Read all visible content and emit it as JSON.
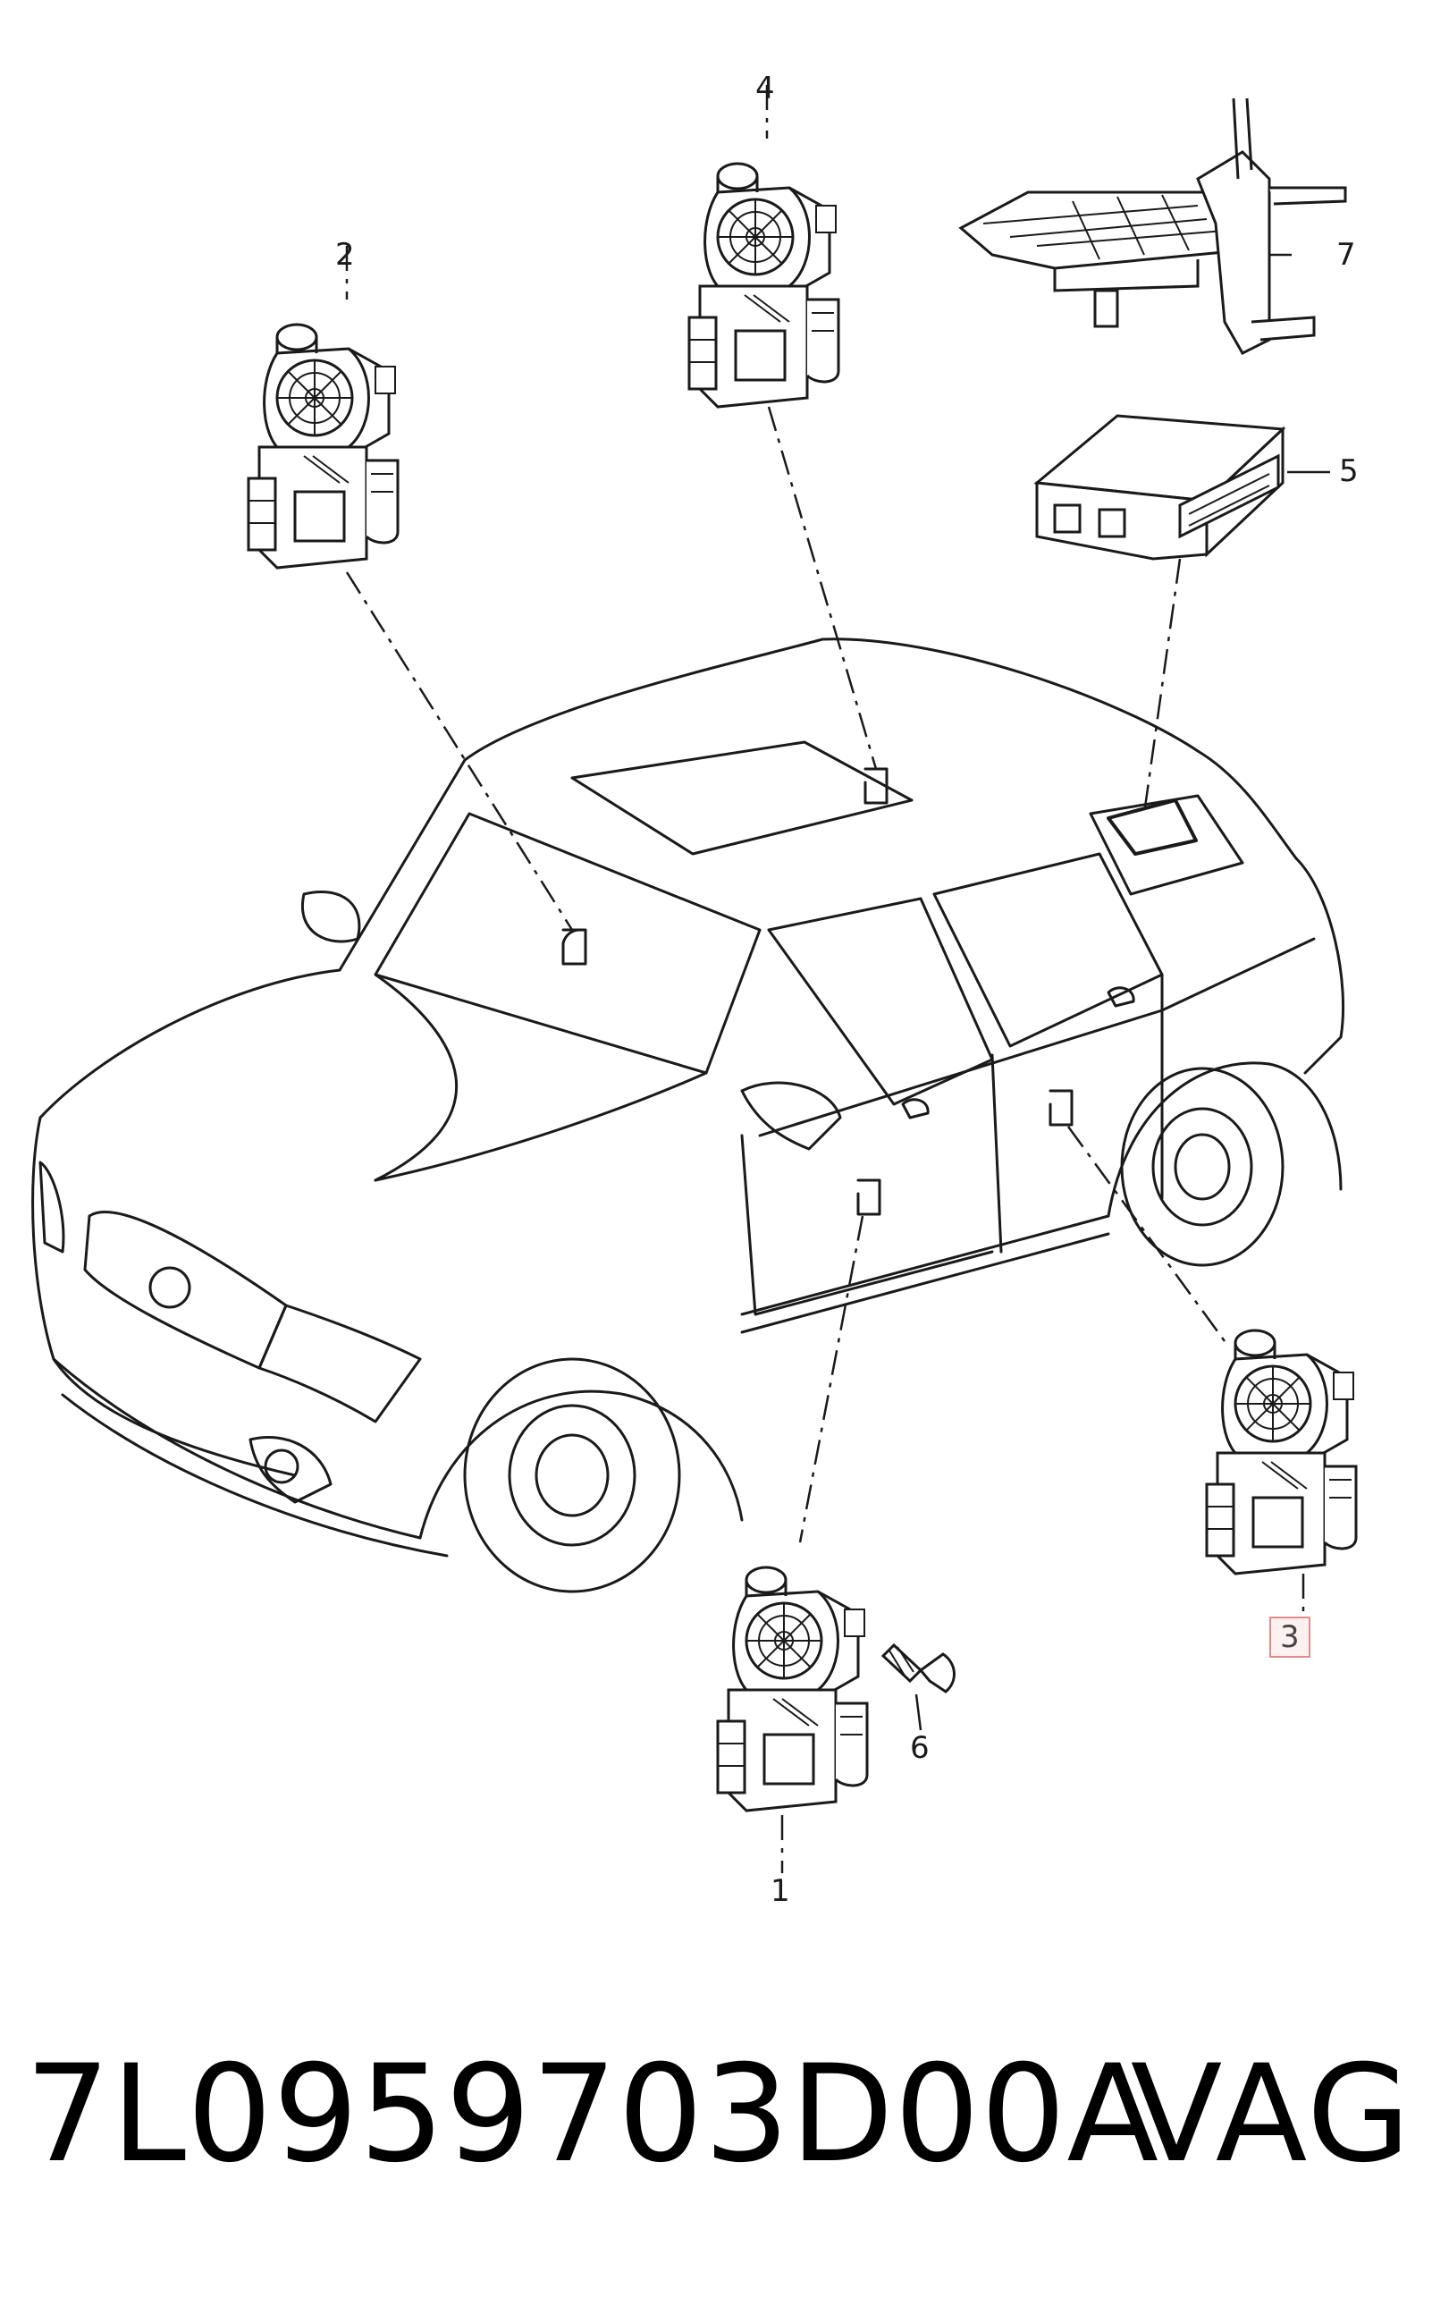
{
  "callouts": {
    "c1": "1",
    "c2": "2",
    "c3": "3",
    "c4": "4",
    "c5": "5",
    "c6": "6",
    "c7": "7"
  },
  "footer": {
    "part_number": "7L0959703D00A",
    "brand": "VAG"
  },
  "colors": {
    "line": "#1a1a1a",
    "highlight_border": "#e48a8a"
  }
}
